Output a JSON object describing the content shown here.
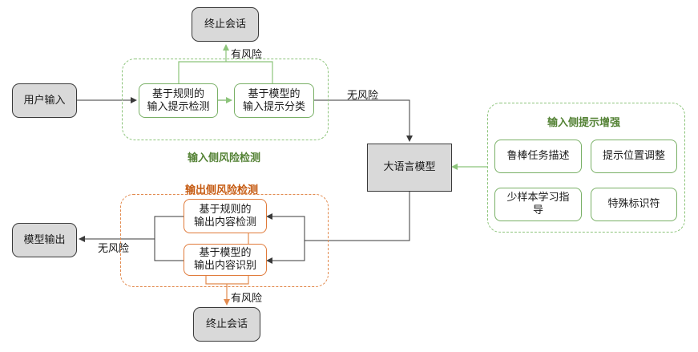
{
  "nodes": {
    "user_input": "用户输入",
    "end_top": "终止会话",
    "rule_input_check": "基于规则的\n输入提示检测",
    "model_input_check": "基于模型的\n输入提示分类",
    "llm": "大语言模型",
    "model_output": "模型输出",
    "rule_output_check": "基于规则的\n输出内容检测",
    "model_output_check": "基于模型的\n输出内容识别",
    "end_bottom": "终止会话",
    "robust_task": "鲁棒任务描述",
    "prompt_position": "提示位置调整",
    "few_shot": "少样本学习指\n导",
    "special_marker": "特殊标识符"
  },
  "labels": {
    "risk_top": "有风险",
    "no_risk_right": "无风险",
    "no_risk_left": "无风险",
    "risk_bottom": "有风险"
  },
  "groups": {
    "input_detection": "输入侧风险检测",
    "output_detection": "输出侧风险检测",
    "input_enhance": "输入侧提示增强"
  },
  "colors": {
    "green": "#548235",
    "orange": "#c55a11",
    "gray_fill": "#d9d9d9"
  }
}
